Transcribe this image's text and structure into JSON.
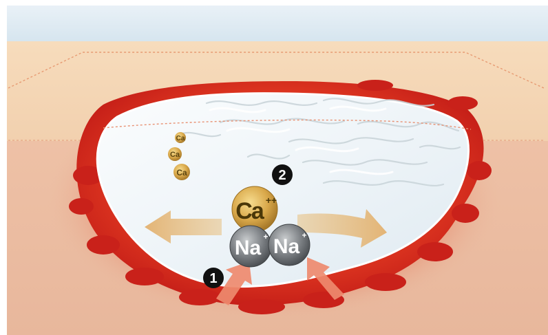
{
  "ions": {
    "calcium_large": "Ca",
    "calcium_charge": "++",
    "sodium_left": "Na",
    "sodium_left_charge": "+",
    "sodium_right": "Na",
    "sodium_right_charge": "+",
    "calcium_small": [
      "Ca",
      "Ca",
      "Ca"
    ]
  },
  "markers": {
    "one": "1",
    "two": "2"
  },
  "colors": {
    "sky": "#dce9f2",
    "skin_top": "#f6d9b6",
    "skin_deep": "#eec7a8",
    "wound_red": "#d8261c",
    "dressing_white": "#f4f8fb",
    "calcium_gold": "#d8a850",
    "sodium_grey": "#7a7d80",
    "arrow_tan": "#e3b97c",
    "arrow_salmon": "#ee8a6e",
    "marker_black": "#111111"
  }
}
